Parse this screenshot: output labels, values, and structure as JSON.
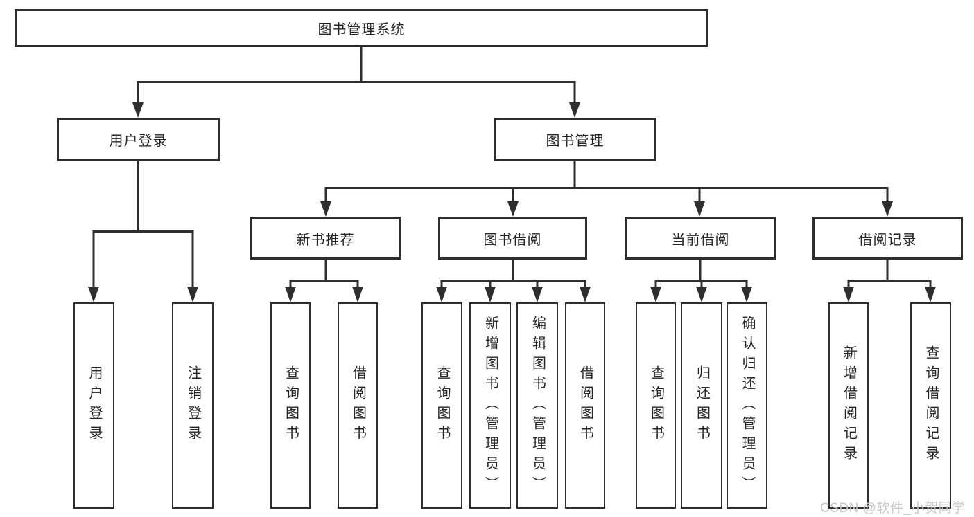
{
  "tree": {
    "label": "图书管理系统",
    "children": [
      {
        "label": "用户登录",
        "children": [
          {
            "label": "用户登录"
          },
          {
            "label": "注销登录"
          }
        ]
      },
      {
        "label": "图书管理",
        "children": [
          {
            "label": "新书推荐",
            "children": [
              {
                "label": "查询图书"
              },
              {
                "label": "借阅图书"
              }
            ]
          },
          {
            "label": "图书借阅",
            "children": [
              {
                "label": "查询图书"
              },
              {
                "label": "新增图书（管理员）"
              },
              {
                "label": "编辑图书（管理员）"
              },
              {
                "label": "借阅图书"
              }
            ]
          },
          {
            "label": "当前借阅",
            "children": [
              {
                "label": "查询图书"
              },
              {
                "label": "归还图书"
              },
              {
                "label": "确认归还（管理员）"
              }
            ]
          },
          {
            "label": "借阅记录",
            "children": [
              {
                "label": "新增借阅记录"
              },
              {
                "label": "查询借阅记录"
              }
            ]
          }
        ]
      }
    ]
  },
  "watermark": {
    "text": "CSDN @软件_小贺同学"
  },
  "colors": {
    "background": "#ffffff",
    "line": "#2e2e2e",
    "text": "#262626",
    "watermark": "#c9c9c9"
  }
}
